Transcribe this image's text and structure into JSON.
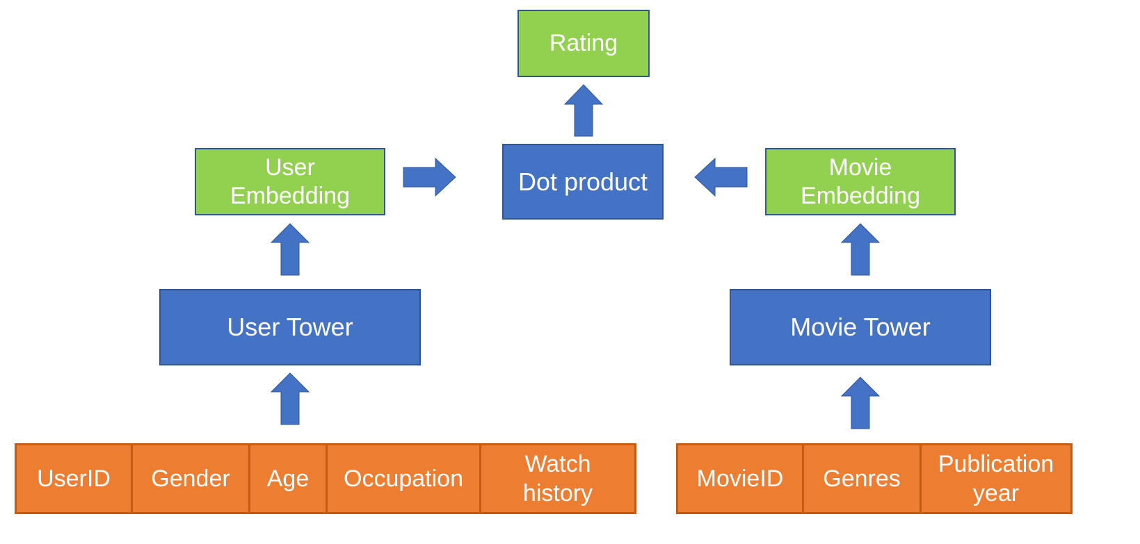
{
  "nodes": {
    "rating": "Rating",
    "user_embedding": "User\nEmbedding",
    "dot_product": "Dot product",
    "movie_embedding": "Movie\nEmbedding",
    "user_tower": "User Tower",
    "movie_tower": "Movie Tower"
  },
  "user_features": [
    "UserID",
    "Gender",
    "Age",
    "Occupation",
    "Watch\nhistory"
  ],
  "movie_features": [
    "MovieID",
    "Genres",
    "Publication\nyear"
  ],
  "colors": {
    "embedding_fill": "#92d050",
    "block_fill": "#4472c4",
    "feature_fill": "#ed7d31",
    "arrow_fill": "#4472c4"
  }
}
